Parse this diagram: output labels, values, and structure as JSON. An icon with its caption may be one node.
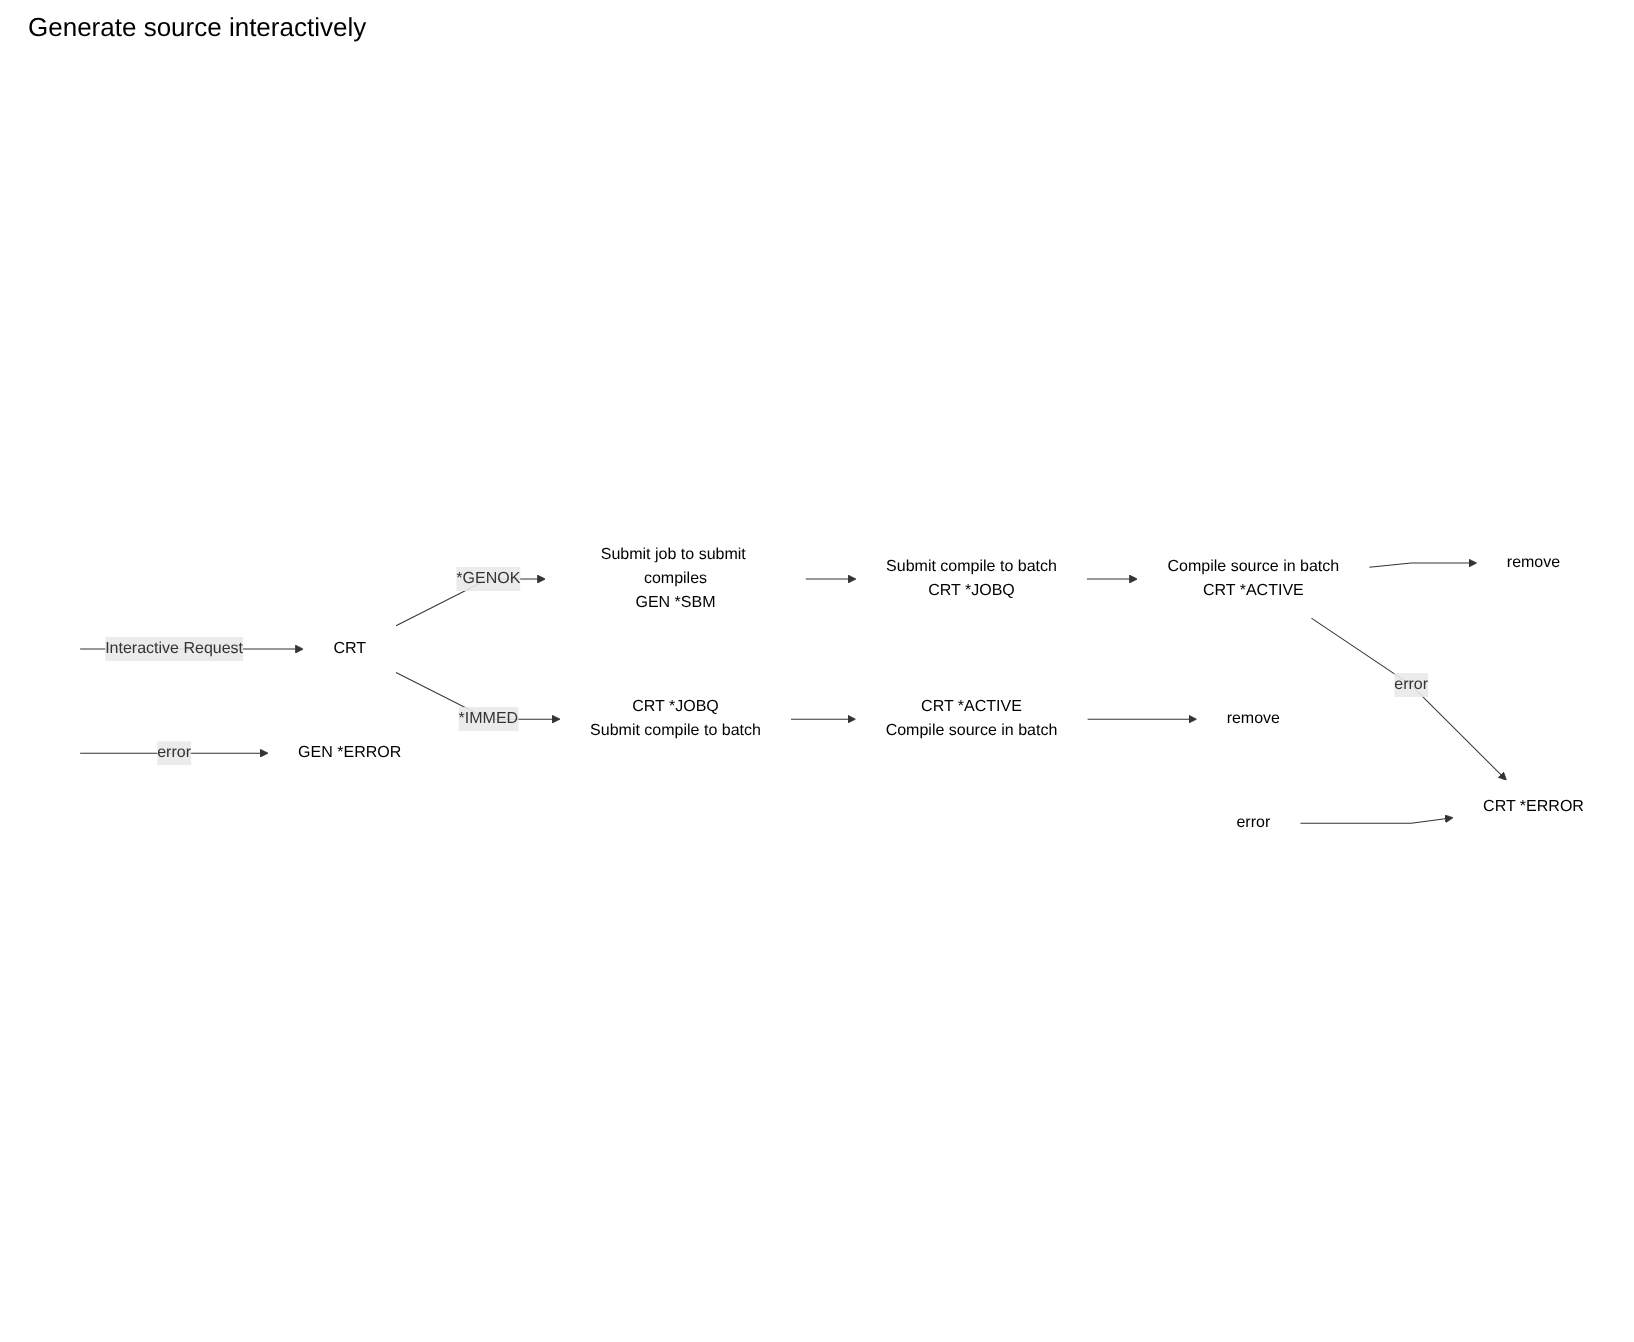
{
  "diagram": {
    "nodes": [
      {
        "text": [
          "CRT"
        ]
      },
      {
        "text": [
          "Submit job to submit compiles",
          "GEN *SBM"
        ]
      },
      {
        "text": [
          "Submit compile to batch",
          "CRT *JOBQ"
        ]
      },
      {
        "text": [
          "Compile source in batch",
          "CRT *ACTIVE"
        ]
      },
      {
        "text": [
          "remove"
        ]
      },
      {
        "text": [
          "CRT *ERROR"
        ]
      },
      {
        "text": [
          "GEN *ERROR"
        ]
      },
      {
        "text": [
          "CRT *JOBQ",
          "Submit compile to batch"
        ]
      },
      {
        "text": [
          "CRT *ACTIVE",
          "Compile source in batch"
        ]
      },
      {
        "text": [
          "remove"
        ]
      },
      {
        "text": [
          "error"
        ]
      }
    ],
    "edges": [
      {
        "from": null,
        "to": 0,
        "arrow": "to",
        "label": "Interactive Request"
      },
      {
        "from": null,
        "to": 6,
        "arrow": "to",
        "label": "error"
      },
      {
        "from": 0,
        "to": 1,
        "arrow": "to",
        "label": "*GENOK"
      },
      {
        "from": 1,
        "to": 2,
        "arrow": "to"
      },
      {
        "from": 2,
        "to": 3,
        "arrow": "to"
      },
      {
        "from": 3,
        "to": 4,
        "arrow": "to"
      },
      {
        "from": 3,
        "to": 5,
        "arrow": "to",
        "label": "error"
      },
      {
        "from": 0,
        "to": 7,
        "arrow": "to",
        "label": "*IMMED"
      },
      {
        "from": 7,
        "to": 8,
        "arrow": "to"
      },
      {
        "from": 8,
        "to": 9,
        "arrow": "to"
      },
      {
        "from": 10,
        "to": 5,
        "arrow": "to"
      }
    ],
    "labels": [
      "Generate source interactively"
    ]
  }
}
